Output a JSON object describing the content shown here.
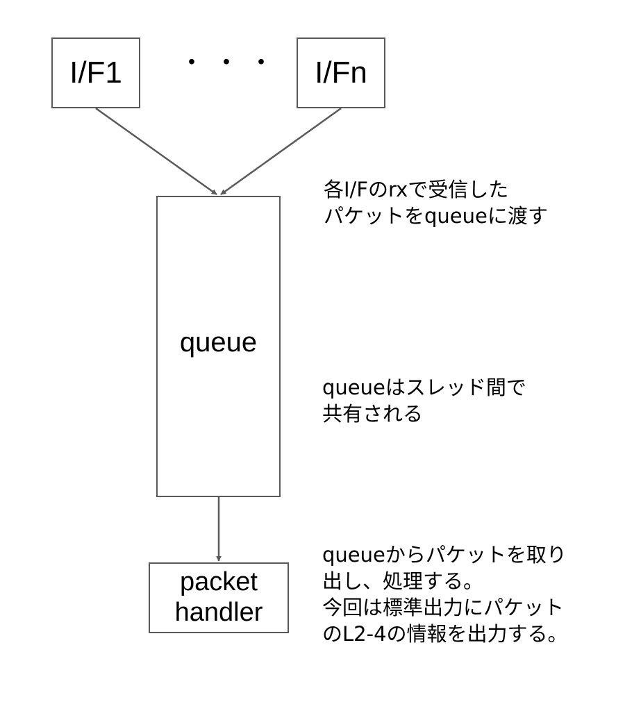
{
  "diagram": {
    "nodes": {
      "if1": {
        "label": "I/F1"
      },
      "ellipsis": {
        "label": "・・・"
      },
      "ifn": {
        "label": "I/Fn"
      },
      "queue": {
        "label": "queue"
      },
      "handler": {
        "lines": [
          "packet",
          "handler"
        ]
      }
    },
    "edges": [
      {
        "from": "if1",
        "to": "queue"
      },
      {
        "from": "ifn",
        "to": "queue"
      },
      {
        "from": "queue",
        "to": "handler"
      }
    ],
    "annotations": {
      "rx": {
        "lines": [
          "各I/Fのrxで受信した",
          "パケットをqueueに渡す"
        ]
      },
      "shared": {
        "lines": [
          "queueはスレッド間で",
          "共有される"
        ]
      },
      "handler": {
        "lines": [
          "queueからパケットを取り",
          "出し、処理する。",
          "今回は標準出力にパケット",
          "のL2-4の情報を出力する。"
        ]
      }
    },
    "colors": {
      "stroke": "#595959",
      "text": "#000000",
      "background": "#ffffff"
    }
  }
}
